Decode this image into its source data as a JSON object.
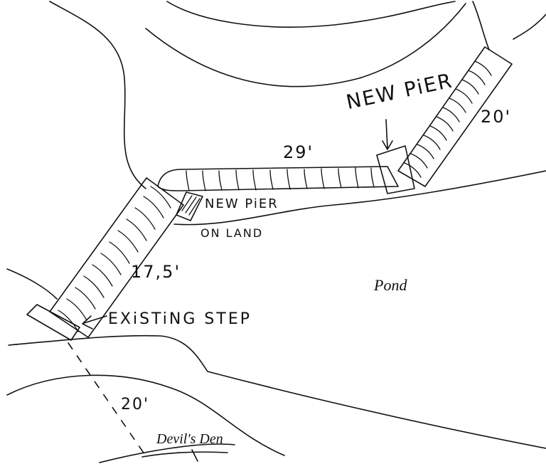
{
  "labels": {
    "new_pier_top": "NEW PiER",
    "dim_top_right": "20'",
    "dim_middle": "29'",
    "new_pier_land_line1": "NEW PiER",
    "new_pier_land_line2": "ON LAND",
    "dim_left": "17,5'",
    "existing_step": "EXiSTiNG STEP",
    "pond": "Pond",
    "dim_bottom": "20'",
    "devils_den": "Devil's Den"
  },
  "colors": {
    "ink": "#111111",
    "paper": "#ffffff"
  }
}
